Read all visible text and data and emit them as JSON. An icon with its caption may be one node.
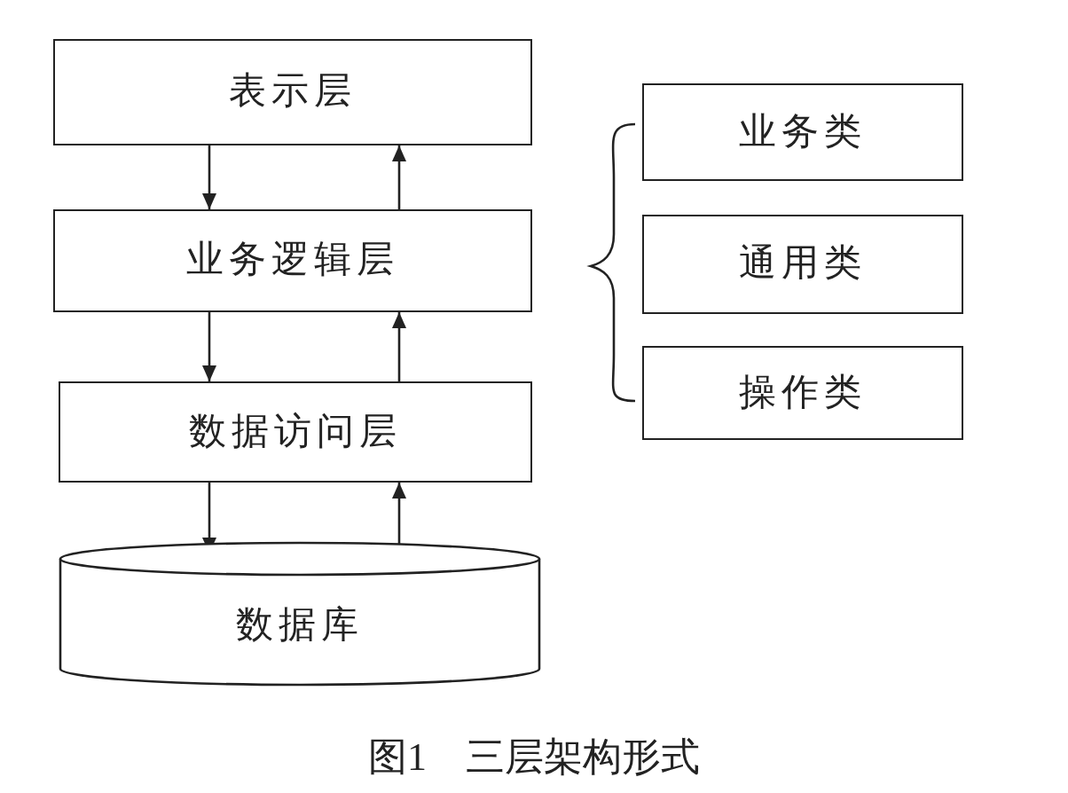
{
  "diagram": {
    "caption": "图1　三层架构形式",
    "nodes": [
      {
        "text": [
          "表示层"
        ]
      },
      {
        "text": [
          "业务逻辑层"
        ]
      },
      {
        "text": [
          "数据访问层"
        ]
      },
      {
        "text": [
          "数据库"
        ]
      },
      {
        "text": [
          "业务类"
        ]
      },
      {
        "text": [
          "通用类"
        ]
      },
      {
        "text": [
          "操作类"
        ]
      }
    ],
    "edges": [
      {
        "from": 0,
        "to": 1,
        "arrow": "to"
      },
      {
        "from": 1,
        "to": 0,
        "arrow": "to"
      },
      {
        "from": 1,
        "to": 2,
        "arrow": "to"
      },
      {
        "from": 2,
        "to": 1,
        "arrow": "to"
      },
      {
        "from": 2,
        "to": 3,
        "arrow": "to"
      },
      {
        "from": 3,
        "to": 2,
        "arrow": "to"
      }
    ]
  }
}
